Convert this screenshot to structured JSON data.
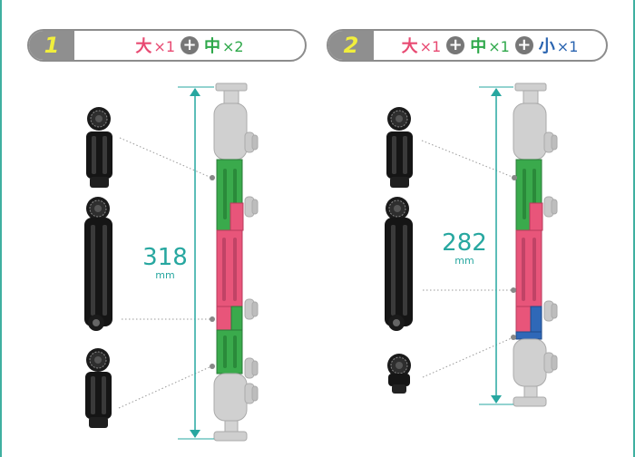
{
  "colors": {
    "large": "#e84a72",
    "medium": "#2ea84a",
    "small": "#2a64b0",
    "accent": "#27a7a0",
    "badge_text": "#f1ee3c"
  },
  "config1": {
    "number": "1",
    "parts": [
      {
        "kanji": "大",
        "count": "×1"
      },
      {
        "kanji": "中",
        "count": "×2"
      }
    ],
    "length": "318",
    "unit": "mm"
  },
  "config2": {
    "number": "2",
    "parts": [
      {
        "kanji": "大",
        "count": "×1"
      },
      {
        "kanji": "中",
        "count": "×1"
      },
      {
        "kanji": "小",
        "count": "×1"
      }
    ],
    "length": "282",
    "unit": "mm"
  },
  "icons": {
    "plus": "plus-circle-icon"
  }
}
